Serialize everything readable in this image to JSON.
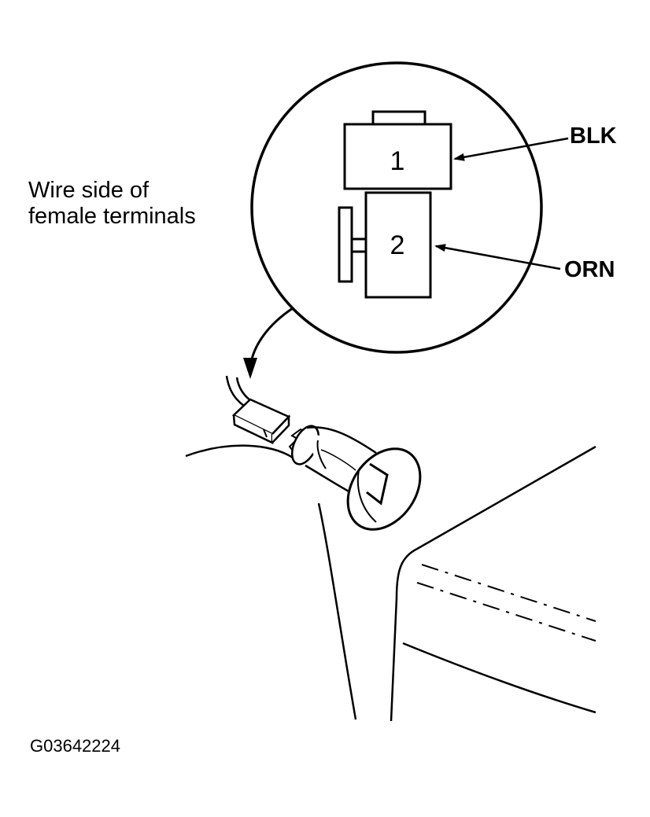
{
  "caption": {
    "line1": "Wire side of",
    "line2": "female terminals"
  },
  "connector": {
    "terminals": [
      {
        "number": "1",
        "wire": "BLK"
      },
      {
        "number": "2",
        "wire": "ORN"
      }
    ]
  },
  "figure_code": "G03642224"
}
